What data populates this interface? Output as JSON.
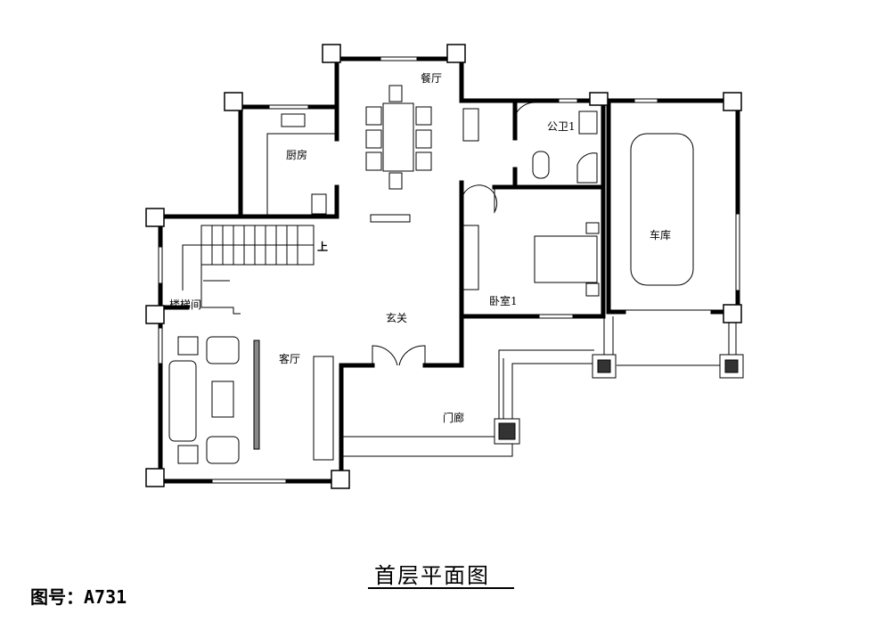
{
  "rooms": {
    "dining": "餐厅",
    "kitchen": "厨房",
    "bathroom": "公卫1",
    "garage": "车库",
    "bedroom": "卧室1",
    "stairwell": "楼梯间",
    "stair_up": "上",
    "foyer": "玄关",
    "living": "客厅",
    "porch": "门廊"
  },
  "title": "首层平面图",
  "drawing_number": "图号：A731"
}
